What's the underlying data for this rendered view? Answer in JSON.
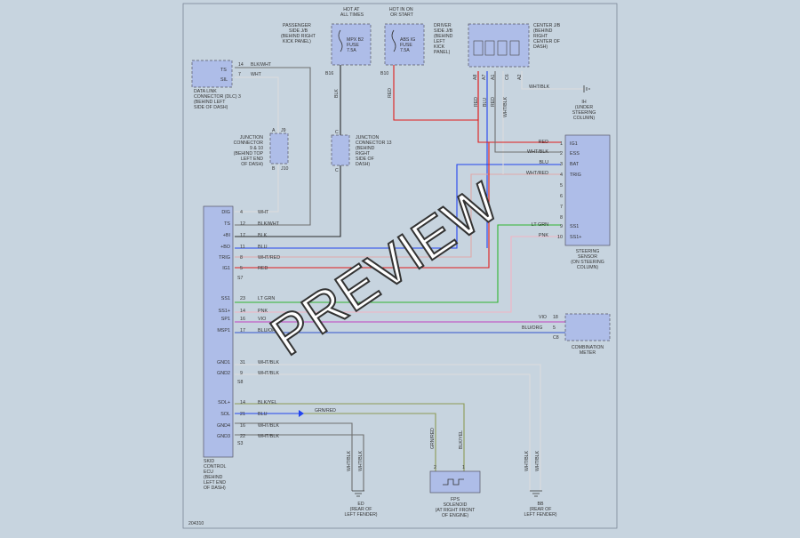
{
  "diagram_id": "204310",
  "watermark": "PREVIEW",
  "fuses": {
    "hot_all_times": "HOT AT\nALL TIMES",
    "hot_on_start": "HOT IN ON\nOR START",
    "passenger_jb": "PASSENGER\nSIDE J/B\n(BEHIND RIGHT\nKICK PANEL)",
    "mpx_fuse": "MPX B2\nFUSE\n7.5A",
    "driver_jb": "DRIVER\nSIDE J/B\n(BEHIND\nLEFT\nKICK\nPANEL)",
    "abs_fuse": "ABS IG\nFUSE\n7.5A",
    "b16": "B16",
    "b10": "B10"
  },
  "center_jb": {
    "label": "CENTER J/B\n(BEHIND\nRIGHT\nCENTER OF\nDASH)",
    "pins": [
      "A8",
      "A7",
      "A1",
      "C6",
      "A2"
    ],
    "wires": [
      "RED",
      "WHT/BLK",
      "BLU",
      "WHT/RED"
    ]
  },
  "ground_h": {
    "label": "IH\n(UNDER\nSTEERING\nCOLUMN)",
    "wire": "WHT/BLK"
  },
  "dlc": {
    "label": "DATA LINK\nCONNECTOR (DLC) 3\n(BEHIND LEFT\nSIDE OF DASH)",
    "pins": [
      {
        "name": "TS",
        "num": "14",
        "wire": "BLK/WHT"
      },
      {
        "name": "SIL",
        "num": "7",
        "wire": "WHT"
      }
    ]
  },
  "junction_9_10": {
    "label": "JUNCTION\nCONNECTOR\n9 & 10\n(BEHIND TOP\nLEFT END\nOF DASH)",
    "pins": [
      "A",
      "B",
      "J9",
      "J10"
    ]
  },
  "junction_13": {
    "label": "JUNCTION\nCONNECTOR 13\n(BEHIND\nRIGHT\nSIDE OF\nDASH)",
    "pins": [
      "C",
      "C"
    ],
    "wire": "BLK"
  },
  "steering_sensor": {
    "label": "STEERING\nSENSOR\n(ON STEERING\nCOLUMN)",
    "pins": [
      {
        "num": "1",
        "name": "IG1",
        "wire": "RED"
      },
      {
        "num": "2",
        "name": "ESS",
        "wire": "WHT/BLK"
      },
      {
        "num": "3",
        "name": "BAT",
        "wire": "BLU"
      },
      {
        "num": "4",
        "name": "TRIG",
        "wire": "WHT/RED"
      },
      {
        "num": "5",
        "name": "",
        "wire": ""
      },
      {
        "num": "6",
        "name": "",
        "wire": ""
      },
      {
        "num": "7",
        "name": "",
        "wire": ""
      },
      {
        "num": "8",
        "name": "",
        "wire": ""
      },
      {
        "num": "9",
        "name": "SS1",
        "wire": "LT GRN"
      },
      {
        "num": "10",
        "name": "SS1+",
        "wire": "PNK"
      }
    ]
  },
  "ecu": {
    "label": "SKID\nCONTROL\nECU\n(BEHIND\nLEFT END\nOF DASH)",
    "connectors": [
      "S7",
      "S8",
      "S3"
    ],
    "pins": [
      {
        "name": "DIG",
        "num": "4",
        "wire": "WHT"
      },
      {
        "name": "TS",
        "num": "12",
        "wire": "BLK/WHT"
      },
      {
        "name": "+BI",
        "num": "17",
        "wire": "BLK"
      },
      {
        "name": "+BO",
        "num": "11",
        "wire": "BLU"
      },
      {
        "name": "TRIG",
        "num": "8",
        "wire": "WHT/RED"
      },
      {
        "name": "IG1",
        "num": "5",
        "wire": "RED"
      },
      {
        "name": "SS1",
        "num": "23",
        "wire": "LT GRN"
      },
      {
        "name": "SS1+",
        "num": "14",
        "wire": "PNK"
      },
      {
        "name": "SP1",
        "num": "16",
        "wire": "VIO"
      },
      {
        "name": "MSP1",
        "num": "17",
        "wire": "BLU/ORG"
      },
      {
        "name": "GND1",
        "num": "31",
        "wire": "WHT/BLK"
      },
      {
        "name": "GND2",
        "num": "9",
        "wire": "WHT/BLK"
      },
      {
        "name": "SOL+",
        "num": "14",
        "wire": "BLK/YEL"
      },
      {
        "name": "SOL",
        "num": "21",
        "wire": "BLU"
      },
      {
        "name": "GND4",
        "num": "16",
        "wire": "WHT/BLK"
      },
      {
        "name": "GND3",
        "num": "22",
        "wire": "WHT/BLK"
      }
    ]
  },
  "combination_meter": {
    "label": "COMBINATION\nMETER",
    "connector": "C8",
    "pins": [
      {
        "num": "18",
        "wire": "VIO"
      },
      {
        "num": "5",
        "wire": "BLU/ORG"
      }
    ]
  },
  "splice_wire": "GRN/RED",
  "fps_solenoid": {
    "label": "FPS\nSOLENOID\n(AT RIGHT FRONT\nOF ENGINE)",
    "pins": [
      "2",
      "1"
    ],
    "wires": [
      "GRN/RED",
      "BLK/YEL"
    ]
  },
  "grounds": [
    {
      "id": "ED",
      "label": "ED\n(REAR OF\nLEFT FENDER)",
      "wires": [
        "WHT/BLK",
        "WHT/BLK"
      ]
    },
    {
      "id": "BB",
      "label": "BB\n(REAR OF\nLEFT FENDER)",
      "wires": [
        "WHT/BLK",
        "WHT/BLK"
      ]
    }
  ]
}
